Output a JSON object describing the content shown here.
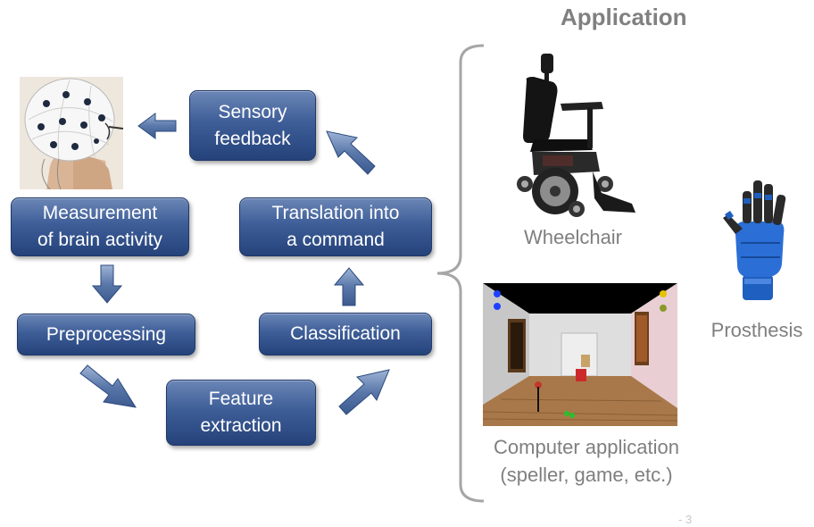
{
  "cycle": {
    "measurement": [
      "Measurement",
      "of brain activity"
    ],
    "preprocessing": "Preprocessing",
    "feature_extraction": [
      "Feature",
      "extraction"
    ],
    "classification": "Classification",
    "translation": [
      "Translation into",
      "a command"
    ],
    "sensory_feedback": [
      "Sensory",
      "feedback"
    ]
  },
  "application": {
    "heading": "Application",
    "wheelchair": "Wheelchair",
    "prosthesis": "Prosthesis",
    "computer_application": [
      "Computer application",
      "(speller, game, etc.)"
    ]
  },
  "page_number": "- 3",
  "colors": {
    "box_top": "#6b86b6",
    "box_bottom": "#25427a",
    "arrow_fill": "#5a78aa",
    "caption_gray": "#7f7f7f"
  }
}
